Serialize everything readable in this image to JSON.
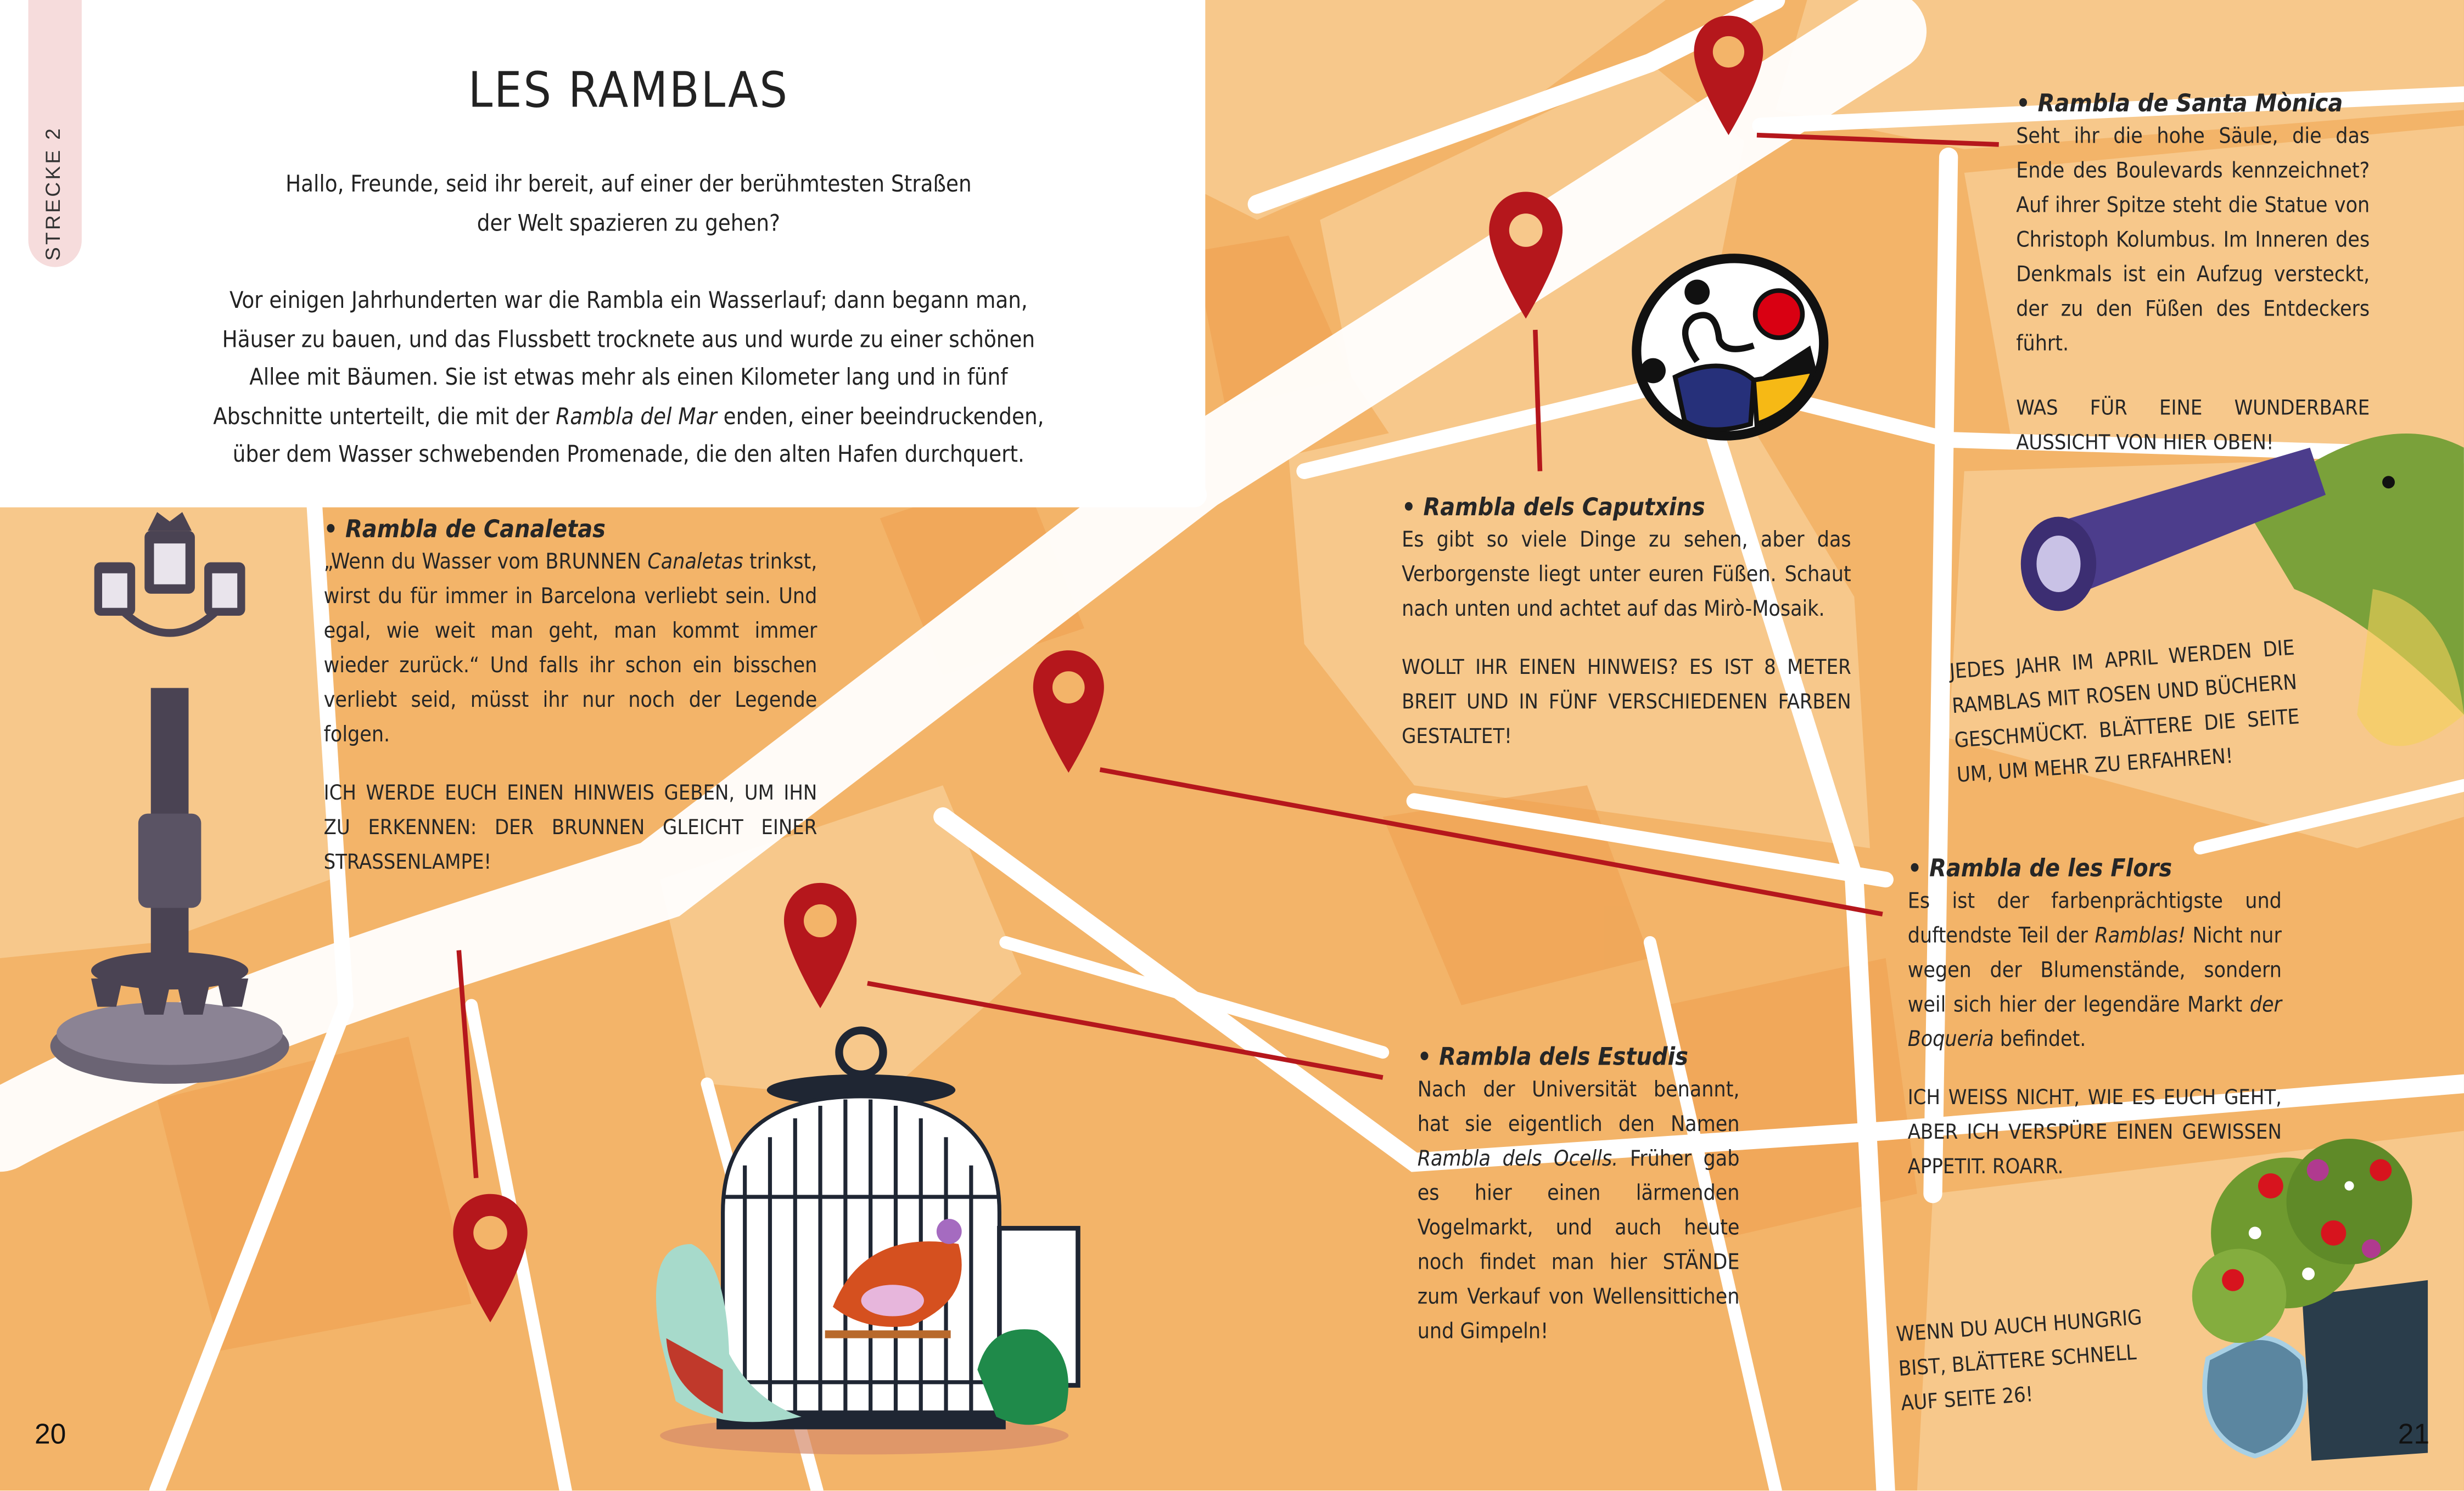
{
  "page": {
    "section_tab": "STRECKE 2",
    "title": "LES RAMBLAS",
    "left_page_number": "20",
    "right_page_number": "21"
  },
  "intro": {
    "greeting_line1": "Hallo, Freunde, seid ihr bereit, auf einer der berühmtesten Straßen",
    "greeting_line2": "der Welt spazieren zu gehen?",
    "history_lines": [
      "Vor einigen Jahrhunderten war die Rambla ein Wasserlauf; dann begann man,",
      "Häuser zu bauen, und das Flussbett trocknete aus und wurde zu einer schönen",
      "Allee mit Bäumen. Sie ist etwas mehr als einen Kilometer lang und in fünf"
    ],
    "history_line4_before": "Abschnitte unterteilt, die mit der ",
    "history_line4_italic": "Rambla del Mar",
    "history_line4_after": " enden, einer beeindruckenden,",
    "history_line5": "über dem Wasser schwebenden Promenade, die den alten Hafen durchquert."
  },
  "sections": {
    "canaletas": {
      "heading": "• Rambla de Canaletas",
      "body_before": "„Wenn du Wasser vom BRUNNEN ",
      "body_italic": "Canaletas",
      "body_after": " trinkst, wirst du für immer in Barcelona verliebt sein. Und egal, wie weit man geht, man kommt immer wieder zurück.“ Und falls ihr schon ein bisschen verliebt seid, müsst ihr nur noch der Legende folgen.",
      "note": "ICH WERDE EUCH EINEN HINWEIS GEBEN, UM IHN ZU ERKENNEN: DER BRUNNEN GLEICHT EINER STRASSENLAMPE!"
    },
    "caputxins": {
      "heading": "• Rambla dels Caputxins",
      "body": "Es gibt so viele Dinge zu sehen, aber das Verborgenste liegt unter euren Füßen. Schaut nach unten und achtet auf das Mirò-Mosaik.",
      "note": "WOLLT IHR EINEN HINWEIS? ES IST 8 METER BREIT UND IN FÜNF VERSCHIEDENEN FARBEN GESTALTET!"
    },
    "santa_monica": {
      "heading": "• Rambla de Santa Mònica",
      "body": "Seht ihr die hohe Säule, die das Ende des Boulevards kennzeichnet? Auf ihrer Spitze steht die Statue von Christoph Kolumbus. Im Inneren des Denkmals ist ein Aufzug versteckt, der zu den Füßen des Entdeckers führt.",
      "note": "WAS FÜR EINE WUNDERBARE AUSSICHT VON HIER OBEN!"
    },
    "april_note": "JEDES JAHR IM APRIL WERDEN DIE RAMBLAS MIT ROSEN UND BÜCHERN GESCHMÜCKT. BLÄTTERE DIE SEITE UM, UM MEHR ZU ERFAHREN!",
    "flors": {
      "heading": "• Rambla de les Flors",
      "body_before": "Es ist der farbenprächtigste und duftendste Teil der ",
      "body_italic1": "Ramblas!",
      "body_middle": " Nicht nur wegen der Blumenstände, sondern weil sich hier der legendäre Markt ",
      "body_italic2": "der Boqueria",
      "body_after": " befindet.",
      "note": "ICH WEISS NICHT, WIE ES EUCH GEHT, ABER ICH VERSPÜRE EINEN GEWISSEN APPETIT. ROARR."
    },
    "estudis": {
      "heading": "• Rambla dels Estudis",
      "body_before": "Nach der Universität benannt, hat sie eigentlich den Namen ",
      "body_italic": "Rambla dels Ocells.",
      "body_after": " Früher gab es hier einen lärmenden Vogelmarkt, und auch heute noch findet man hier STÄNDE zum Verkauf von Wellensittichen und Gimpeln!"
    },
    "hungry_note": "WENN DU AUCH HUNGRIG BIST, BLÄTTERE SCHNELL AUF SEITE 26!"
  },
  "colors": {
    "map_block": "#f3b469",
    "map_block_light": "#f7c88b",
    "street": "#ffffff",
    "pin_red": "#b5171c",
    "text": "#262626",
    "tab_pink": "#f6dcdc"
  }
}
